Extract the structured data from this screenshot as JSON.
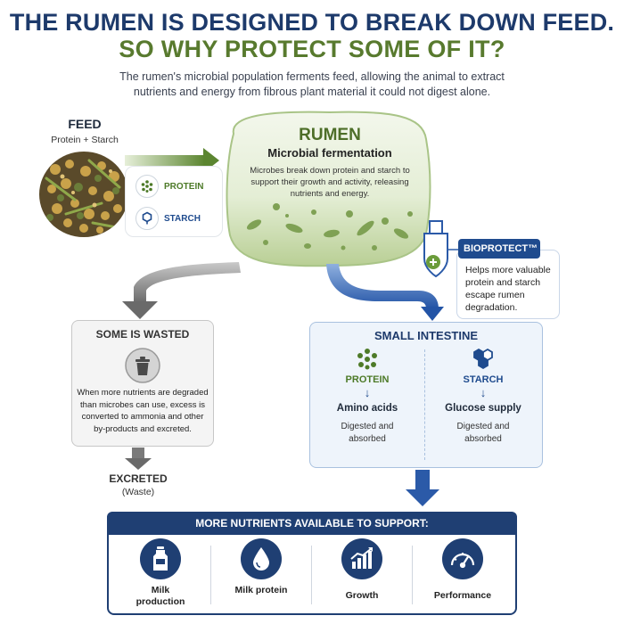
{
  "header": {
    "title_line1": "THE RUMEN IS DESIGNED TO BREAK DOWN FEED.",
    "title_line2": "SO WHY PROTECT SOME OF IT?",
    "intro": "The rumen's microbial population ferments feed, allowing the animal to extract nutrients and energy from fibrous plant material it could not digest alone."
  },
  "feed": {
    "title": "FEED",
    "subtitle": "Protein + Starch",
    "items": [
      {
        "label": "PROTEIN",
        "icon": "protein-dots-icon",
        "color": "#4d7a28"
      },
      {
        "label": "STARCH",
        "icon": "starch-hexagon-icon",
        "color": "#1f4b8e"
      }
    ]
  },
  "rumen": {
    "title": "RUMEN",
    "subtitle": "Microbial fermentation",
    "description": "Microbes break down protein and starch to support their growth and activity, releasing nutrients and energy."
  },
  "bioprotect": {
    "title": "BIOPROTECT™",
    "description": "Helps more valuable protein and starch escape rumen degradation.",
    "icon": "shield-plus-icon"
  },
  "wasted": {
    "title": "SOME IS WASTED",
    "icon": "trash-bin-icon",
    "description": "When more nutrients are degraded than microbes can use, excess is converted to ammonia and other by-products and excreted.",
    "excreted_title": "EXCRETED",
    "excreted_sub": "(Waste)"
  },
  "small_intestine": {
    "title": "SMALL INTESTINE",
    "columns": [
      {
        "label": "PROTEIN",
        "icon": "protein-dots-icon",
        "color": "#4d7a28",
        "result": "Amino acids",
        "sub": "Digested and absorbed"
      },
      {
        "label": "STARCH",
        "icon": "starch-hexagon-icon",
        "color": "#1f4b8e",
        "result": "Glucose supply",
        "sub": "Digested and absorbed"
      }
    ]
  },
  "outcomes": {
    "header": "MORE NUTRIENTS AVAILABLE TO SUPPORT:",
    "items": [
      {
        "label": "Milk production",
        "icon": "milk-can-icon"
      },
      {
        "label": "Milk protein",
        "icon": "milk-drop-icon"
      },
      {
        "label": "Growth",
        "icon": "growth-chart-icon"
      },
      {
        "label": "Performance",
        "icon": "gauge-icon"
      }
    ]
  },
  "colors": {
    "navy": "#1f3f73",
    "green": "#587a2e",
    "blue_arrow": "#2b5aa8",
    "gray_arrow": "#6b6b6b"
  }
}
